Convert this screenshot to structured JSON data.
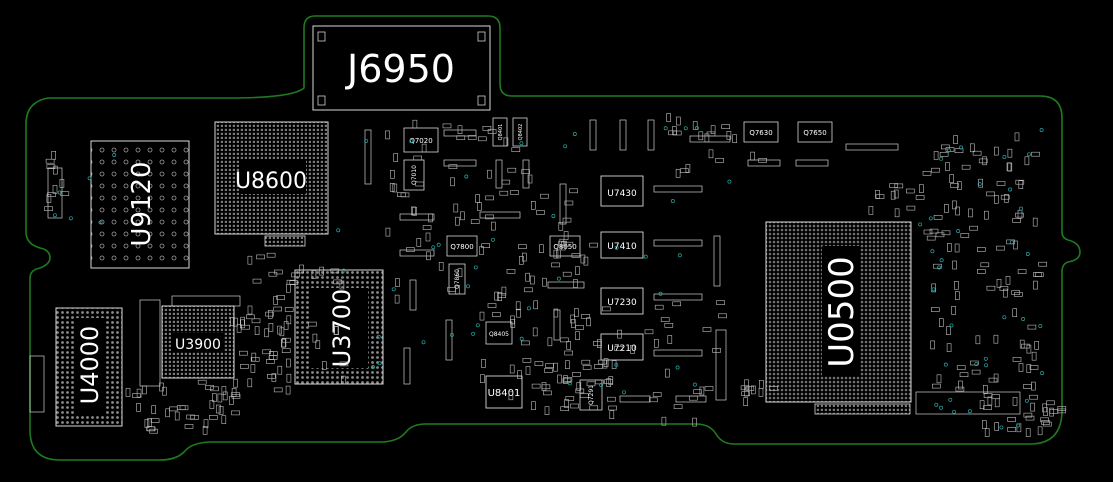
{
  "colors": {
    "background": "#000000",
    "board_outline": "#1f7a1f",
    "component_outline": "#d8d8d8",
    "label": "#ffffff",
    "via": "#2aa6a6"
  },
  "components": {
    "J6950": "J6950",
    "U8600": "U8600",
    "U9120": "U9120",
    "U0500": "U0500",
    "U3700": "U3700",
    "U4000": "U4000",
    "U3900": "U3900",
    "U7430": "U7430",
    "U7410": "U7410",
    "U7230": "U7230",
    "U7210": "U7210",
    "U8401": "U8401",
    "Q7020": "Q7020",
    "Q7010": "Q7010",
    "Q7800": "Q7800",
    "Q7860": "Q7860",
    "Q8050": "Q8050",
    "Q8405": "Q8405",
    "Q7291": "Q7291",
    "Q7630": "Q7630",
    "Q7650": "Q7650",
    "Q8401": "Q8401",
    "Q8402": "Q8402"
  }
}
